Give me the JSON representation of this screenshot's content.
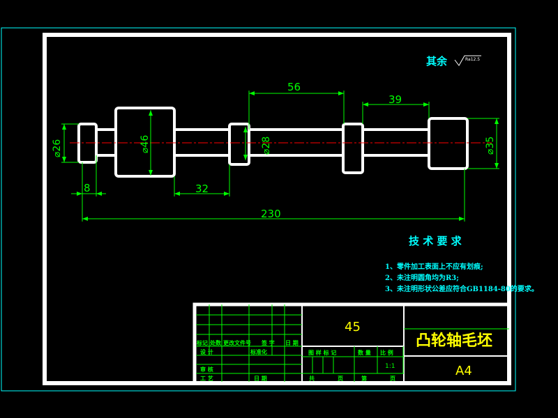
{
  "colors": {
    "background": "#000000",
    "frame": "#ffffff",
    "dimension": "#00ff00",
    "notes": "#00ffff",
    "centerline": "#ff0000",
    "title_block_text": "#ffff00"
  },
  "roughness": {
    "label": "其余",
    "value": "Ra12.5"
  },
  "dimensions": {
    "d26": "⌀26",
    "d46": "⌀46",
    "d28": "⌀28",
    "d35": "⌀35",
    "l56": "56",
    "l39": "39",
    "l8": "8",
    "l32": "32",
    "l230": "230"
  },
  "tech": {
    "title": "技 术 要 求",
    "items": [
      "1、零件加工表面上不应有划痕;",
      "2、未注明圆角均为R3;",
      "3、未注明形状公差应符合GB1184-80的要求。"
    ]
  },
  "title_block": {
    "material": "45",
    "part_name": "凸轮轴毛坯",
    "sheet_size": "A4",
    "headers": [
      "标记",
      "处数",
      "更改文件号",
      "签 字",
      "日 期"
    ],
    "row_design": [
      "设 计",
      "标准化"
    ],
    "row_check": [
      "审 核"
    ],
    "row_process": [
      "工 艺",
      "日 期"
    ],
    "stage_labels": [
      "图 样 标 记",
      "数 量",
      "比 例"
    ],
    "scale": "1:1",
    "sheet_labels": [
      "共",
      "页",
      "第",
      "页"
    ]
  }
}
